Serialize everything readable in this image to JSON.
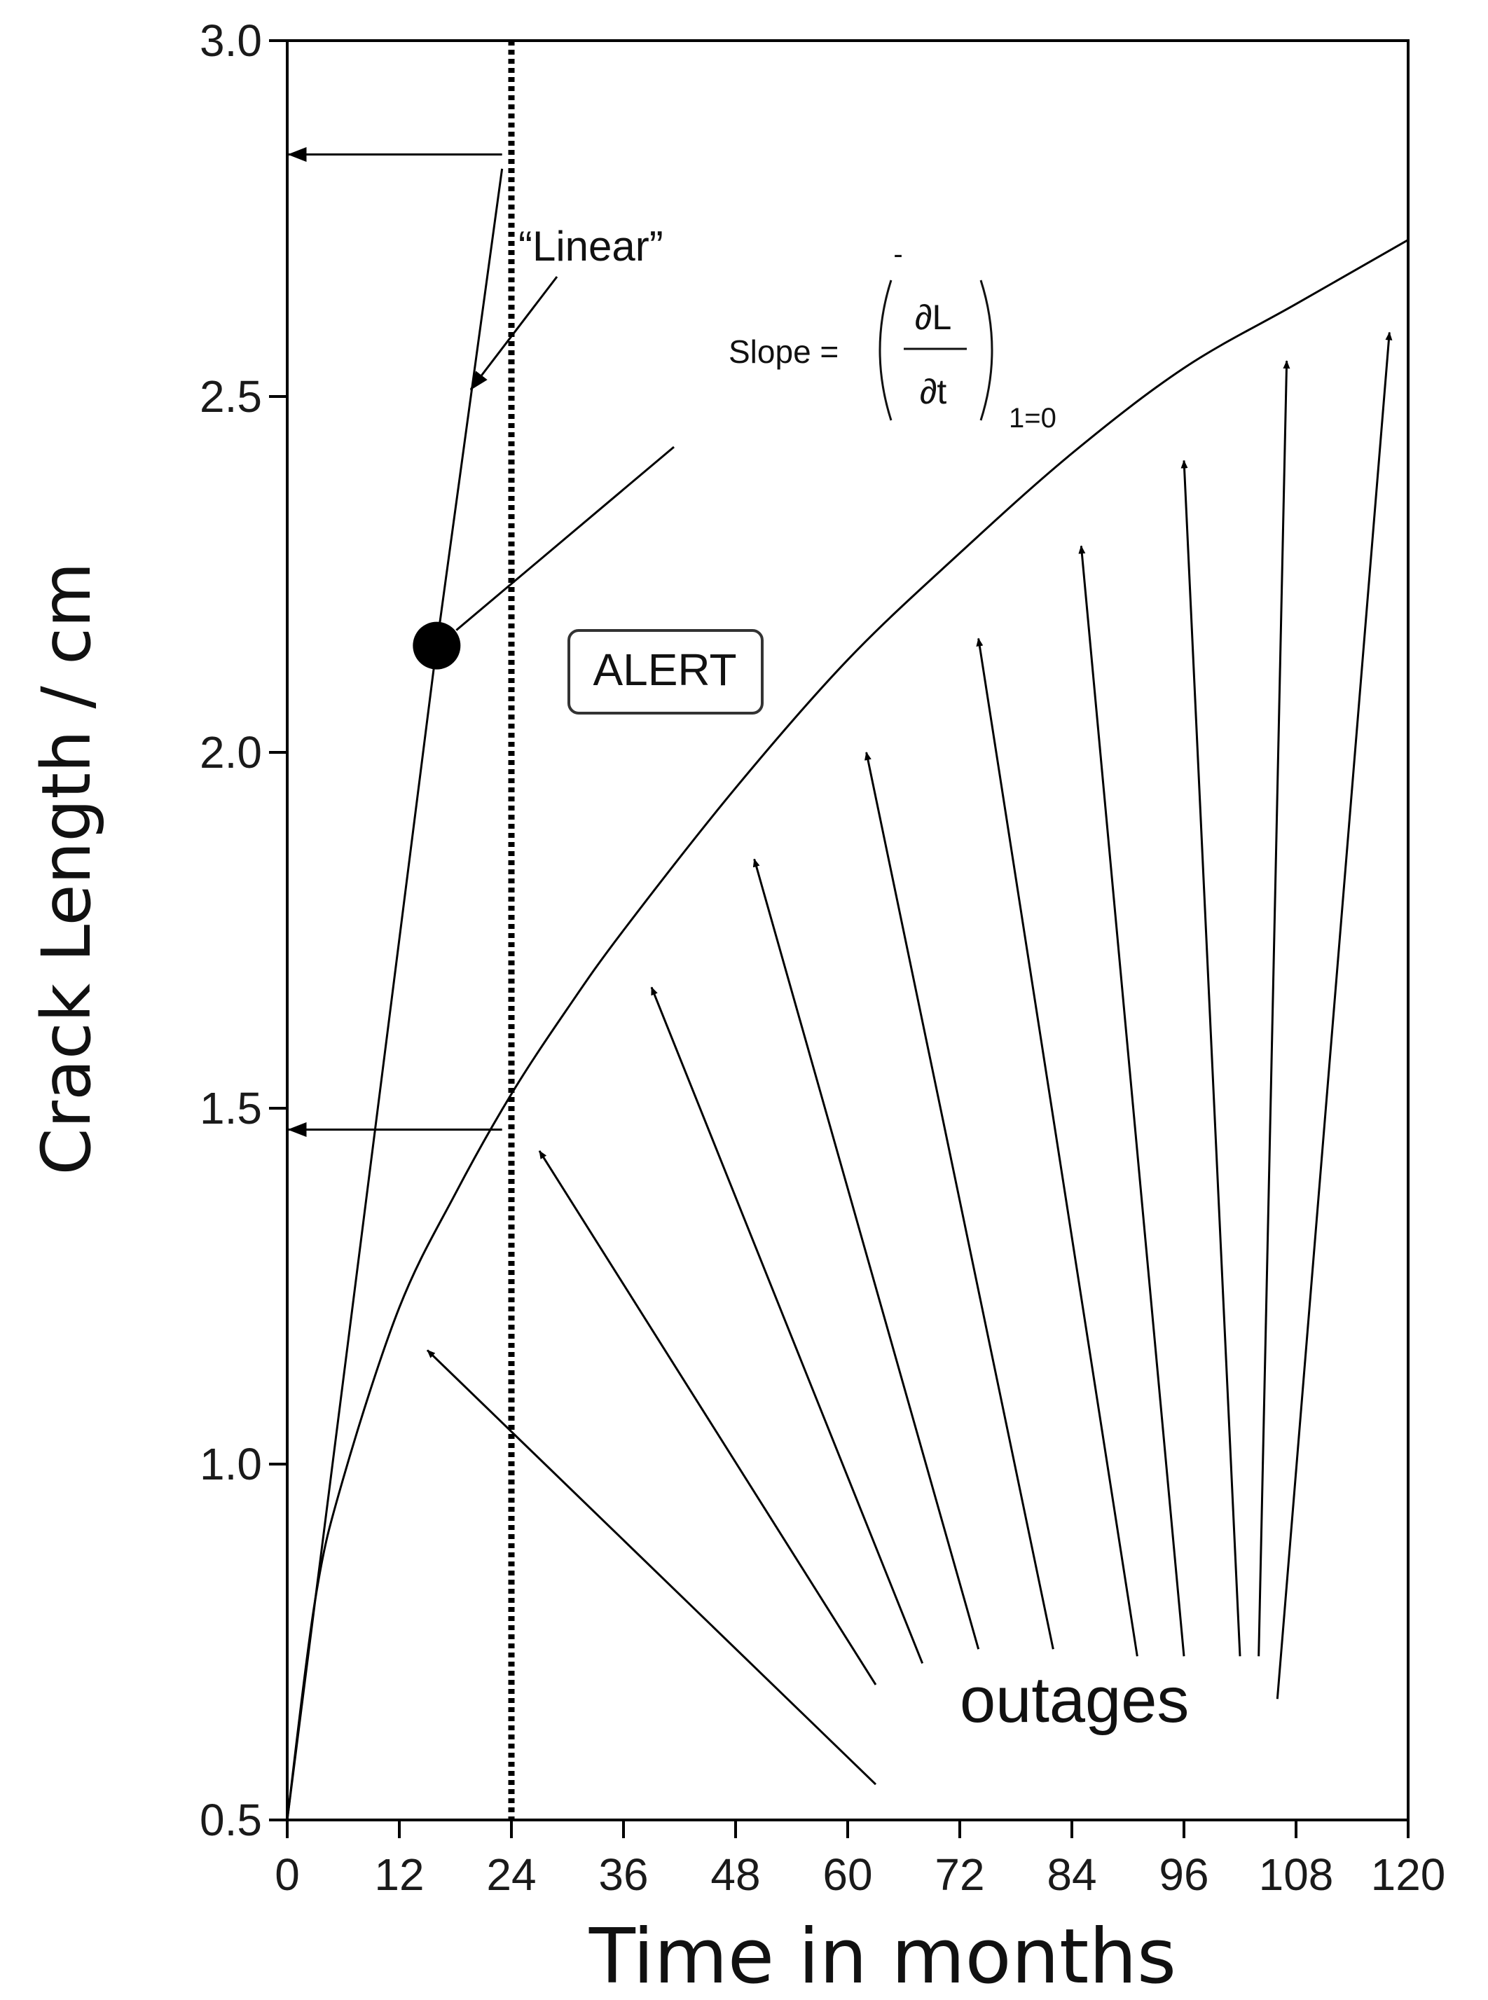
{
  "chart_data": {
    "type": "line",
    "title": "",
    "xlabel": "Time in months",
    "ylabel": "Crack Length / cm",
    "xlim": [
      0,
      120
    ],
    "ylim": [
      0.5,
      3.0
    ],
    "x_ticks": [
      0,
      12,
      24,
      36,
      48,
      60,
      72,
      84,
      96,
      108,
      120
    ],
    "x_tick_labels": [
      "0",
      "12",
      "24",
      "36",
      "48",
      "60",
      "72",
      "84",
      "96",
      "108",
      "120"
    ],
    "y_ticks": [
      0.5,
      1.0,
      1.5,
      2.0,
      2.5,
      3.0
    ],
    "y_tick_labels": [
      "0.5",
      "1.0",
      "1.5",
      "2.0",
      "2.5",
      "3.0"
    ],
    "grid": false,
    "series": [
      {
        "style": "curve",
        "x": [
          0,
          3,
          6,
          12,
          18,
          24,
          30,
          36,
          48,
          60,
          72,
          84,
          96,
          108,
          120
        ],
        "y": [
          0.5,
          0.81,
          0.98,
          1.22,
          1.38,
          1.52,
          1.64,
          1.75,
          1.95,
          2.13,
          2.28,
          2.42,
          2.54,
          2.63,
          2.72
        ]
      },
      {
        "style": "linear",
        "x": [
          0,
          16,
          23
        ],
        "y": [
          0.5,
          2.15,
          2.82
        ]
      }
    ],
    "point": {
      "x": 16,
      "y": 2.15
    },
    "alert_line_x": 24,
    "level_arrows": [
      {
        "from_x": 23,
        "to_x": 0,
        "y": 2.84
      },
      {
        "from_x": 23,
        "to_x": 0,
        "y": 1.47
      }
    ],
    "outage_arrow_tips": [
      {
        "x": 15,
        "y": 1.16
      },
      {
        "x": 27,
        "y": 1.44
      },
      {
        "x": 39,
        "y": 1.67
      },
      {
        "x": 50,
        "y": 1.85
      },
      {
        "x": 62,
        "y": 2.0
      },
      {
        "x": 74,
        "y": 2.16
      },
      {
        "x": 85,
        "y": 2.29
      },
      {
        "x": 96,
        "y": 2.41
      },
      {
        "x": 107,
        "y": 2.55
      },
      {
        "x": 118,
        "y": 2.59
      }
    ],
    "outage_arrow_tails": [
      {
        "x": 63,
        "y": 0.55
      },
      {
        "x": 63,
        "y": 0.69
      },
      {
        "x": 68,
        "y": 0.72
      },
      {
        "x": 74,
        "y": 0.74
      },
      {
        "x": 82,
        "y": 0.74
      },
      {
        "x": 91,
        "y": 0.73
      },
      {
        "x": 96,
        "y": 0.73
      },
      {
        "x": 102,
        "y": 0.73
      },
      {
        "x": 104,
        "y": 0.73
      },
      {
        "x": 106,
        "y": 0.67
      }
    ],
    "annotations": {
      "linear_label": "“Linear”",
      "alert_label": "ALERT",
      "outages_label": "outages",
      "slope_prefix": "Slope =",
      "slope_bar": "-",
      "slope_numerator": "∂L",
      "slope_denominator": "∂t",
      "slope_subscript": "1=0"
    }
  }
}
